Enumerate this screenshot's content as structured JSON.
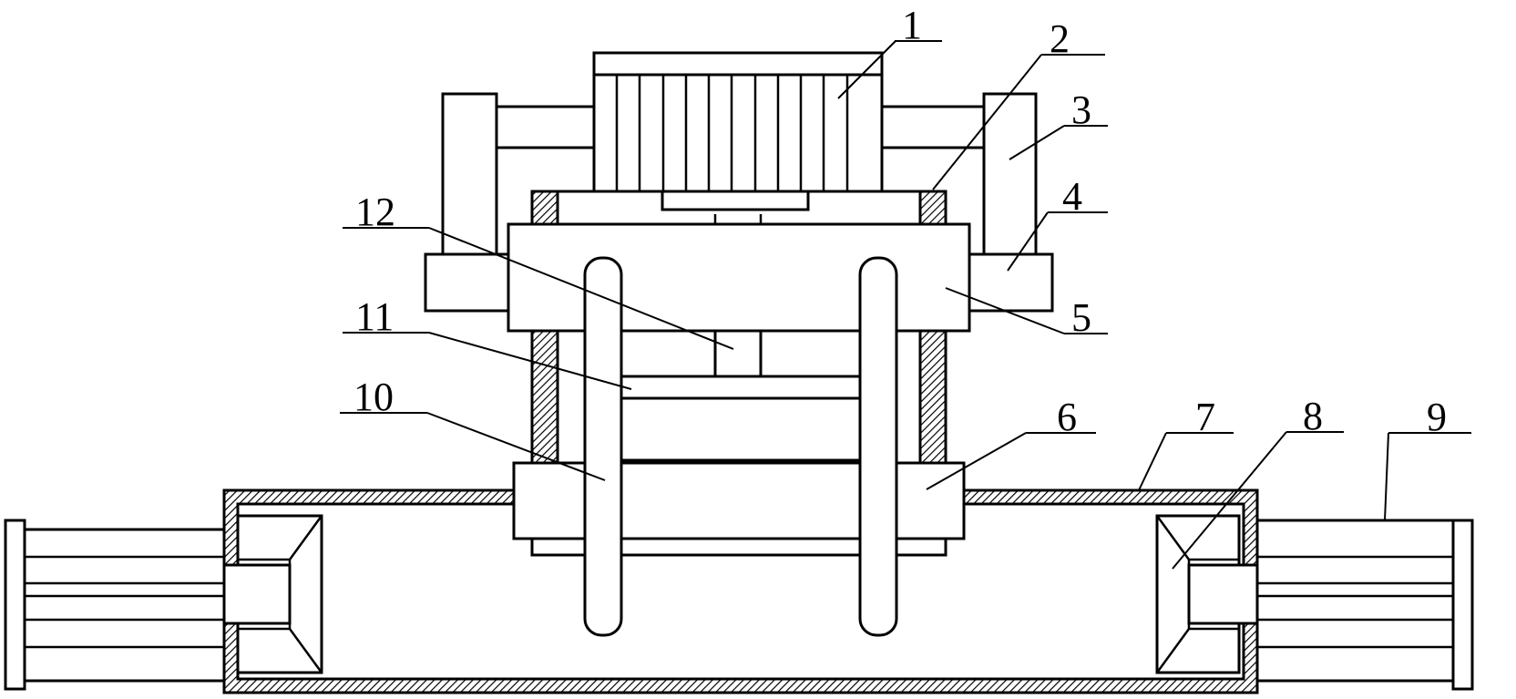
{
  "callouts": [
    {
      "key": "c1",
      "text": "1"
    },
    {
      "key": "c2",
      "text": "2"
    },
    {
      "key": "c3",
      "text": "3"
    },
    {
      "key": "c4",
      "text": "4"
    },
    {
      "key": "c5",
      "text": "5"
    },
    {
      "key": "c6",
      "text": "6"
    },
    {
      "key": "c7",
      "text": "7"
    },
    {
      "key": "c8",
      "text": "8"
    },
    {
      "key": "c9",
      "text": "9"
    },
    {
      "key": "c10",
      "text": "10"
    },
    {
      "key": "c11",
      "text": "11"
    },
    {
      "key": "c12",
      "text": "12"
    }
  ],
  "style": {
    "line_color": "#000000",
    "background": "#ffffff"
  }
}
